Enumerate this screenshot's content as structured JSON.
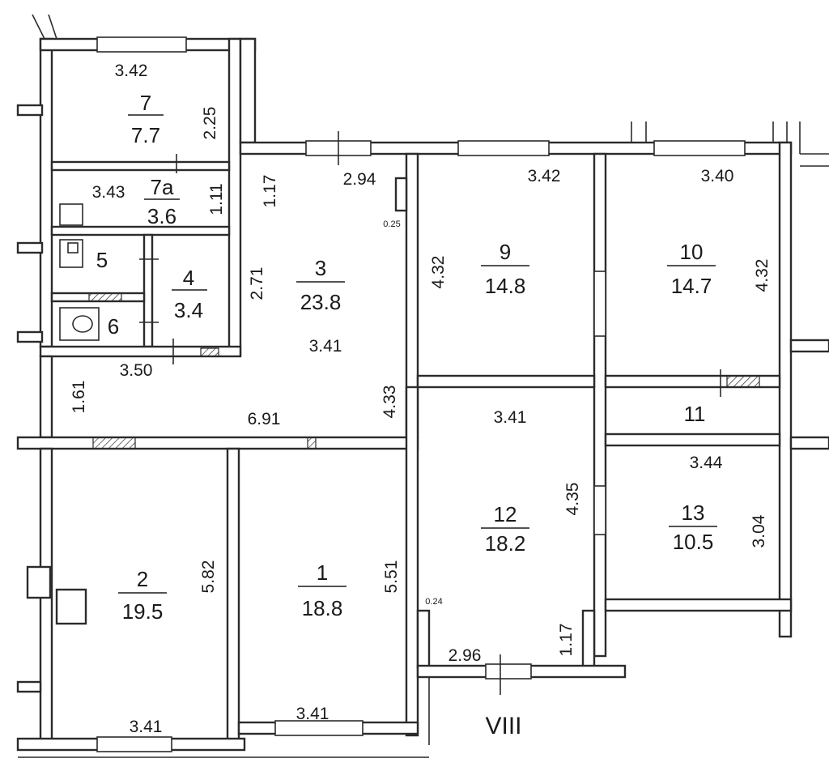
{
  "rooms": [
    {
      "id": "r7",
      "number": "7",
      "area": "7.7"
    },
    {
      "id": "r7a",
      "number": "7a",
      "area": "3.6"
    },
    {
      "id": "r5",
      "number": "5"
    },
    {
      "id": "r6",
      "number": "6"
    },
    {
      "id": "r4",
      "number": "4",
      "area": "3.4"
    },
    {
      "id": "r3",
      "number": "3",
      "area": "23.8"
    },
    {
      "id": "r9",
      "number": "9",
      "area": "14.8"
    },
    {
      "id": "r10",
      "number": "10",
      "area": "14.7"
    },
    {
      "id": "r11",
      "number": "11"
    },
    {
      "id": "r12",
      "number": "12",
      "area": "18.2"
    },
    {
      "id": "r13",
      "number": "13",
      "area": "10.5"
    },
    {
      "id": "r1",
      "number": "1",
      "area": "18.8"
    },
    {
      "id": "r2",
      "number": "2",
      "area": "19.5"
    }
  ],
  "dimensions": {
    "d7_w": "3.42",
    "d7_h": "2.25",
    "d7a_w": "3.43",
    "d7a_h": "1.11",
    "d3_top": "2.94",
    "d3_left_a": "1.17",
    "d3_left_b": "2.71",
    "d3_mid": "3.41",
    "d_hall_w": "3.50",
    "d_hall_h": "1.61",
    "d_hall_long": "6.91",
    "d_hall_right": "4.33",
    "d_small_a": "0.25",
    "d_small_b": "0.24",
    "d9_w": "3.42",
    "d9_h": "4.32",
    "d10_w": "3.40",
    "d10_h": "4.32",
    "d12_w": "3.41",
    "d12_h": "4.35",
    "d12_bottom": "2.96",
    "d12_side": "1.17",
    "d13_w": "3.44",
    "d13_h": "3.04",
    "d1_h": "5.51",
    "d1_w": "3.41",
    "d2_h": "5.82",
    "d2_w": "3.41"
  },
  "section_mark": "VIII"
}
